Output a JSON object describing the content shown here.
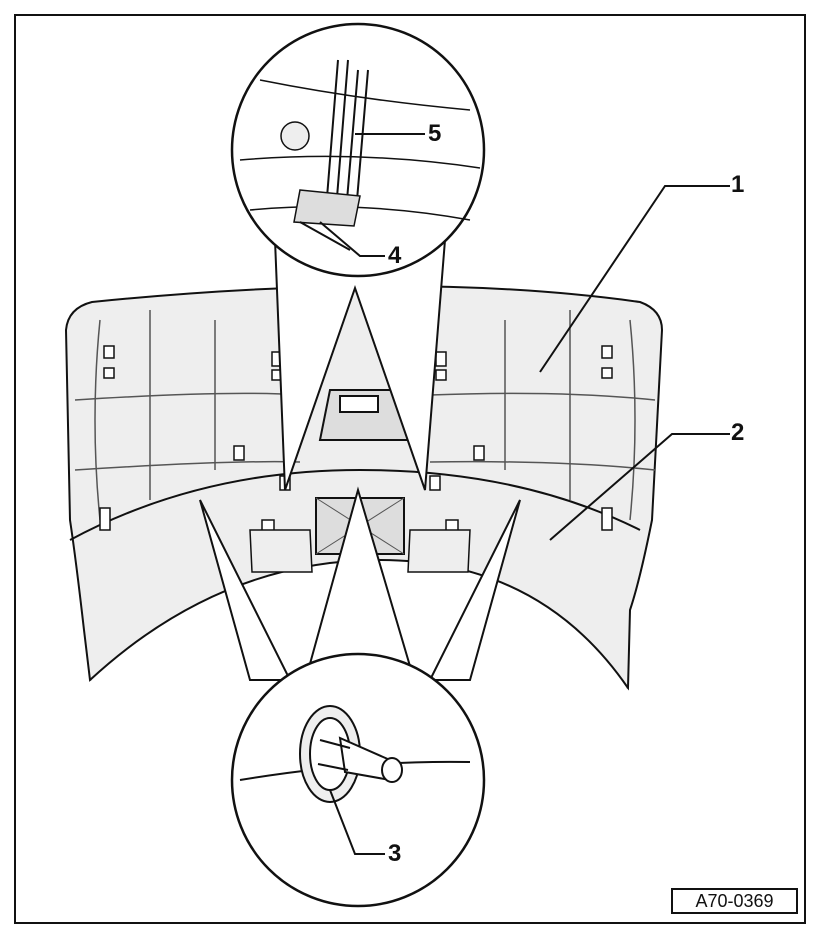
{
  "diagram": {
    "figure_id": "A70-0369",
    "callouts": [
      {
        "id": "callout-1",
        "label": "1"
      },
      {
        "id": "callout-2",
        "label": "2"
      },
      {
        "id": "callout-3",
        "label": "3"
      },
      {
        "id": "callout-4",
        "label": "4"
      },
      {
        "id": "callout-5",
        "label": "5"
      }
    ]
  },
  "colors": {
    "line": "#111111",
    "panel_fill": "#eeeeee",
    "detail_fill": "#ffffff"
  }
}
